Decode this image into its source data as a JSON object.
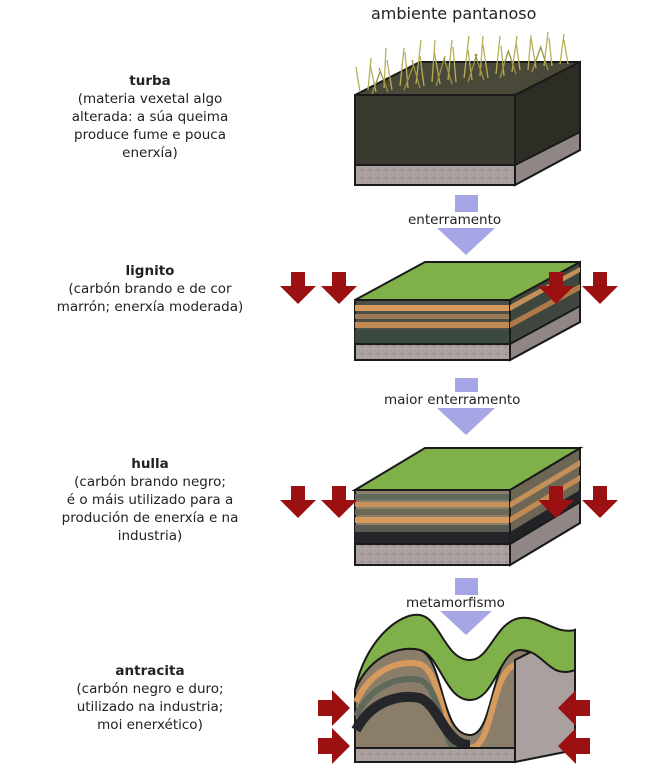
{
  "environment_label": "ambiente pantanoso",
  "stages": [
    {
      "name": "turba",
      "description": "(materia vexetal algo\nalterada: a súa queima\nproduce fume e pouca\nenerxía)"
    },
    {
      "name": "lignito",
      "description": "(carbón brando e de cor\nmarrón; enerxía moderada)"
    },
    {
      "name": "hulla",
      "description": "(carbón brando negro;\né o máis utilizado para a\nprodución de enerxía e na\nindustria)"
    },
    {
      "name": "antracita",
      "description": "(carbón negro e duro;\nutilizado na industria;\nmoi enerxético)"
    }
  ],
  "processes": [
    "enterramento",
    "maior enterramento",
    "metamorfismo"
  ],
  "colors": {
    "pressure_arrow": "#9b1010",
    "process_arrow": "#a6a6e6",
    "peat": "#3b3a30",
    "grass": "#7fb04a",
    "rock": "#a9a09f"
  }
}
